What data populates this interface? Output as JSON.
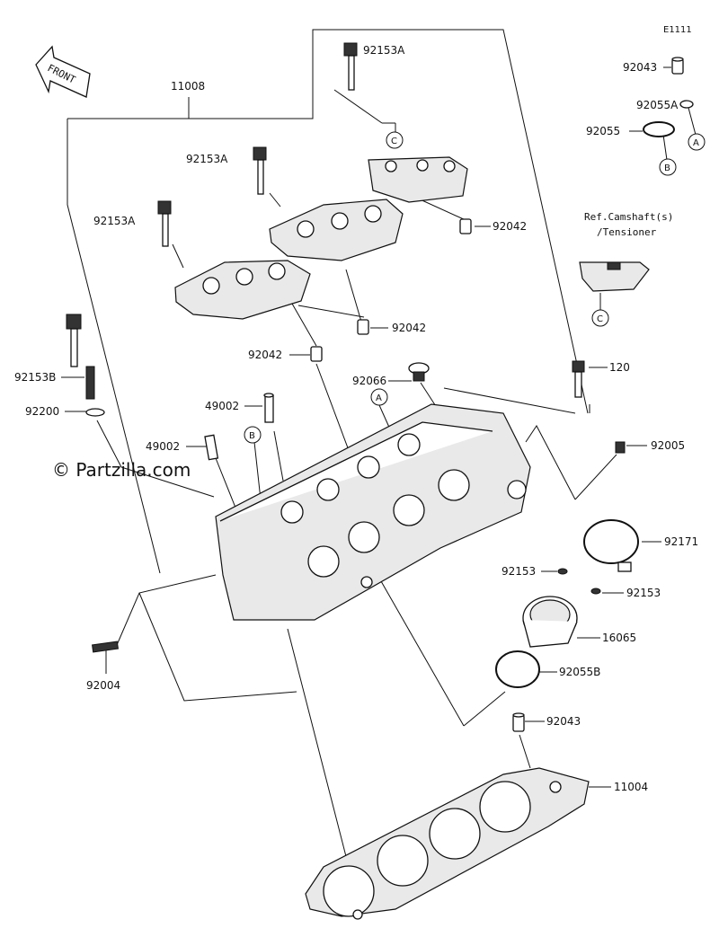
{
  "diagram_code": "E1111",
  "watermark": "© Partzilla.com",
  "front_label": "FRONT",
  "reference_note": {
    "line1": "Ref.Camshaft(s)",
    "line2": "/Tensioner"
  },
  "callouts": {
    "a": "A",
    "b": "B",
    "c": "C"
  },
  "parts": {
    "p11008": "11008",
    "p92153A_1": "92153A",
    "p92153A_2": "92153A",
    "p92153A_3": "92153A",
    "p92043_top": "92043",
    "p92055A": "92055A",
    "p92055": "92055",
    "p92042_1": "92042",
    "p92042_2": "92042",
    "p92042_3": "92042",
    "p92153B": "92153B",
    "p92200": "92200",
    "p92066": "92066",
    "p120": "120",
    "p49002_1": "49002",
    "p49002_2": "49002",
    "p92005": "92005",
    "p92171": "92171",
    "p92153_1": "92153",
    "p92153_2": "92153",
    "p16065": "16065",
    "p92055B": "92055B",
    "p92004": "92004",
    "p92043_bottom": "92043",
    "p11004": "11004"
  }
}
